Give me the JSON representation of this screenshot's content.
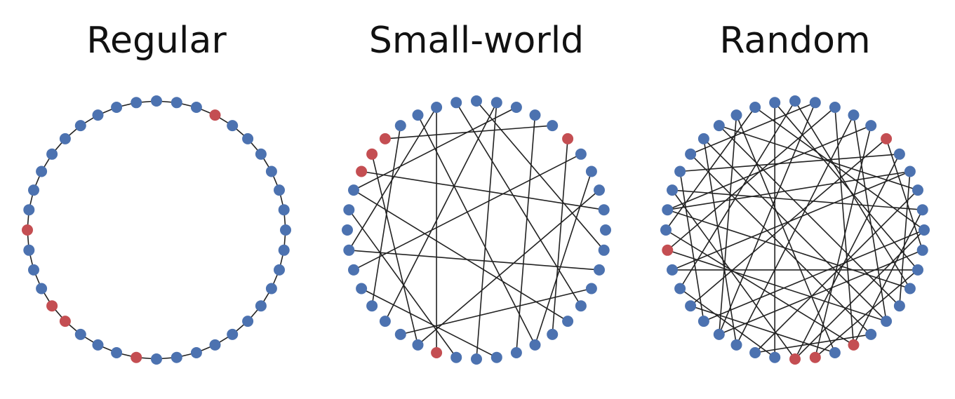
{
  "colors": {
    "node": "#4c72b0",
    "highlight": "#c44e52",
    "edge": "#222222"
  },
  "panels": [
    {
      "title": "Regular",
      "node_count": 40,
      "highlighted_nodes": [
        7,
        20,
        24,
        25,
        29
      ],
      "edges": "ring"
    },
    {
      "title": "Small-world",
      "node_count": 40,
      "highlighted_nodes": [
        5,
        15,
        16,
        17,
        28
      ],
      "edges": [
        [
          1,
          17
        ],
        [
          2,
          27
        ],
        [
          4,
          22
        ],
        [
          5,
          34
        ],
        [
          6,
          15
        ],
        [
          7,
          32
        ],
        [
          8,
          18
        ],
        [
          9,
          25
        ],
        [
          9,
          30
        ],
        [
          11,
          36
        ],
        [
          12,
          21
        ],
        [
          12,
          28
        ],
        [
          13,
          33
        ],
        [
          14,
          24
        ],
        [
          16,
          27
        ],
        [
          18,
          35
        ],
        [
          19,
          29
        ],
        [
          21,
          38
        ],
        [
          23,
          31
        ],
        [
          26,
          37
        ],
        [
          3,
          33
        ],
        [
          10,
          39
        ]
      ]
    },
    {
      "title": "Random",
      "node_count": 40,
      "highlighted_nodes": [
        5,
        21,
        30,
        31,
        33
      ],
      "edges": [
        [
          0,
          12
        ],
        [
          0,
          25
        ],
        [
          1,
          18
        ],
        [
          1,
          33
        ],
        [
          2,
          14
        ],
        [
          2,
          28
        ],
        [
          3,
          22
        ],
        [
          3,
          36
        ],
        [
          4,
          17
        ],
        [
          4,
          30
        ],
        [
          5,
          24
        ],
        [
          5,
          39
        ],
        [
          6,
          19
        ],
        [
          6,
          31
        ],
        [
          7,
          27
        ],
        [
          7,
          35
        ],
        [
          8,
          21
        ],
        [
          8,
          33
        ],
        [
          9,
          16
        ],
        [
          9,
          26
        ],
        [
          10,
          23
        ],
        [
          10,
          37
        ],
        [
          11,
          29
        ],
        [
          11,
          38
        ],
        [
          12,
          20
        ],
        [
          13,
          32
        ],
        [
          14,
          36
        ],
        [
          15,
          27
        ],
        [
          16,
          34
        ],
        [
          17,
          25
        ],
        [
          18,
          30
        ],
        [
          19,
          37
        ],
        [
          20,
          33
        ],
        [
          21,
          35
        ],
        [
          22,
          38
        ],
        [
          23,
          29
        ],
        [
          24,
          32
        ],
        [
          26,
          39
        ],
        [
          28,
          34
        ],
        [
          31,
          38
        ],
        [
          13,
          26
        ],
        [
          15,
          35
        ],
        [
          0,
          30
        ],
        [
          3,
          19
        ]
      ]
    }
  ]
}
